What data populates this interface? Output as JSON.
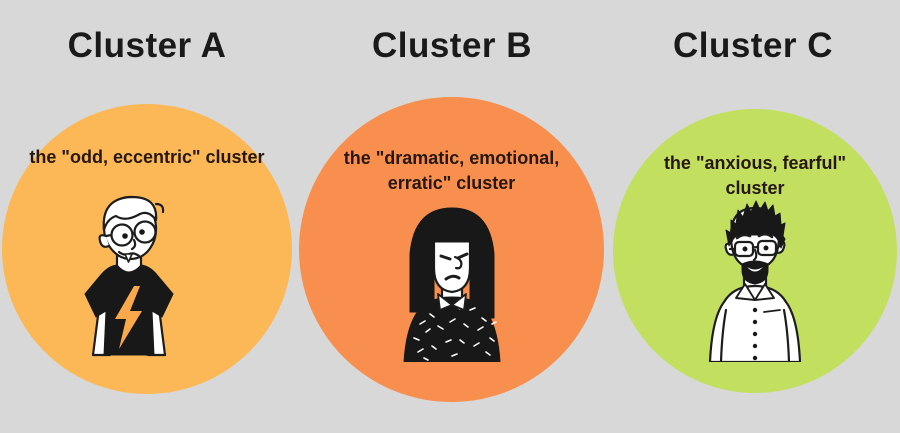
{
  "colors": {
    "background": "#d8d8d8",
    "title": "#1a1a1a",
    "subtitle": "#27170e"
  },
  "clusters": [
    {
      "title": "Cluster A",
      "subtitle_lines": [
        "the \"odd, eccentric\" cluster"
      ],
      "circle_color": "#fcb857",
      "bolt_color": "#f9a84b",
      "character": "odd-eccentric-person-illustration"
    },
    {
      "title": "Cluster B",
      "subtitle_lines": [
        "the \"dramatic, emotional,",
        "erratic\" cluster"
      ],
      "circle_color": "#f98f4e",
      "character": "dramatic-annoyed-person-illustration"
    },
    {
      "title": "Cluster C",
      "subtitle_lines": [
        "the \"anxious, fearful\"",
        "cluster"
      ],
      "circle_color": "#c3df60",
      "character": "anxious-fearful-person-illustration"
    }
  ]
}
